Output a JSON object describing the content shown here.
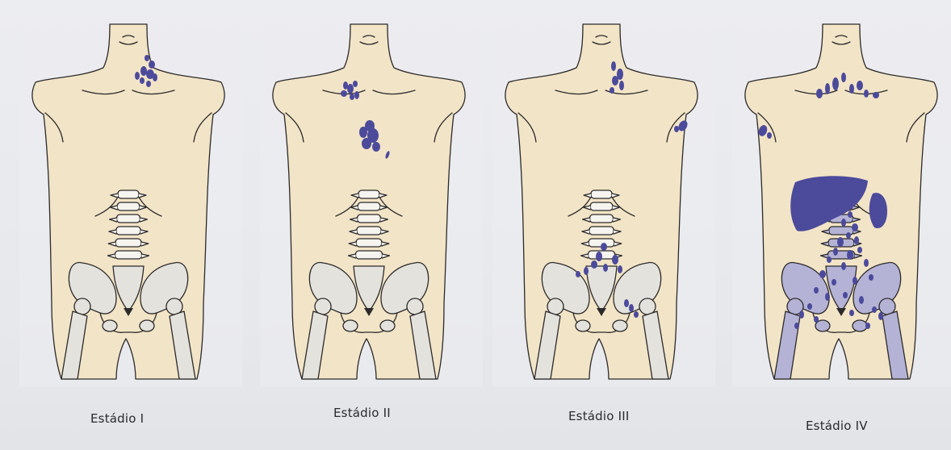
{
  "colors": {
    "skin": "#f2e3c3",
    "skin_outline": "#2c2a2a",
    "bone": "#f6f4ef",
    "pelvis_bone": "#e3e2dc",
    "lesion": "#4c4a9b",
    "stage4_bone_tint": "#b4b3d6",
    "panel_bg": "#ecedf1"
  },
  "panels": [
    {
      "label": "Estádio I"
    },
    {
      "label": "Estádio II"
    },
    {
      "label": "Estádio III"
    },
    {
      "label": "Estádio IV"
    }
  ]
}
